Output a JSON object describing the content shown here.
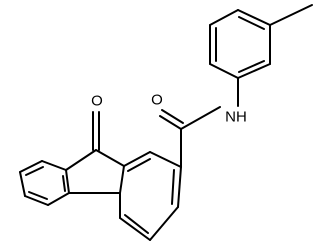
{
  "molecule": {
    "atoms": {
      "ketone_oxygen": "O",
      "amide_oxygen": "O",
      "amide_nitrogen": "NH"
    },
    "colors": {
      "bond": "#000000",
      "label": "#000000",
      "background": "#ffffff"
    }
  }
}
